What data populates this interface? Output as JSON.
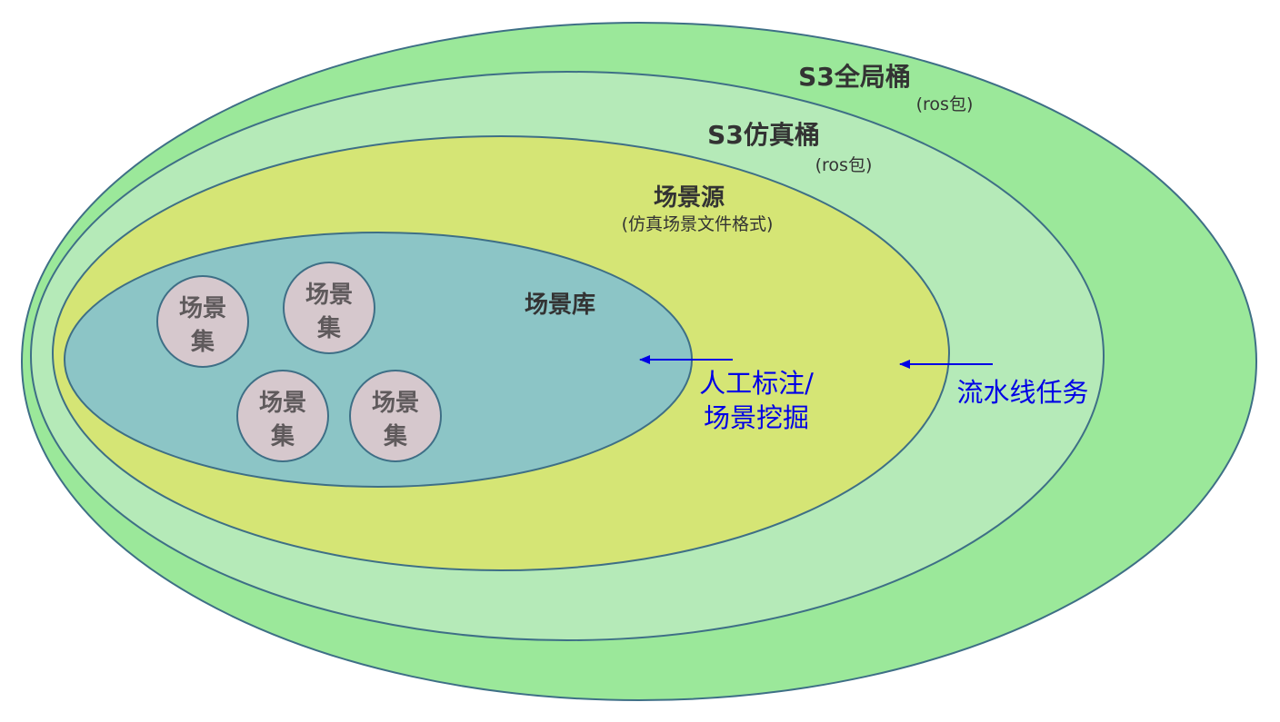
{
  "layers": [
    {
      "id": "s3-global",
      "title": "S3全局桶",
      "subtitle": "(ros包)",
      "fill": "#9be89a"
    },
    {
      "id": "s3-sim",
      "title": "S3仿真桶",
      "subtitle": "(ros包)",
      "fill": "#b5eab8"
    },
    {
      "id": "scene-source",
      "title": "场景源",
      "subtitle": "(仿真场景文件格式)",
      "fill": "#d5e575"
    },
    {
      "id": "scene-library",
      "title": "场景库",
      "fill": "#8cc5c6"
    }
  ],
  "scene_sets": [
    {
      "label_line1": "场景",
      "label_line2": "集"
    },
    {
      "label_line1": "场景",
      "label_line2": "集"
    },
    {
      "label_line1": "场景",
      "label_line2": "集"
    },
    {
      "label_line1": "场景",
      "label_line2": "集"
    }
  ],
  "colors": {
    "outline": "#3e6f86",
    "scene_set_fill": "#d6c8cd",
    "arrow": "#0000e6",
    "text_dark": "#333333",
    "scene_set_text": "#5f5a5c"
  },
  "flows": [
    {
      "id": "annotation",
      "line1": "人工标注/",
      "line2": "场景挖掘"
    },
    {
      "id": "pipeline",
      "line1": "流水线任务"
    }
  ]
}
